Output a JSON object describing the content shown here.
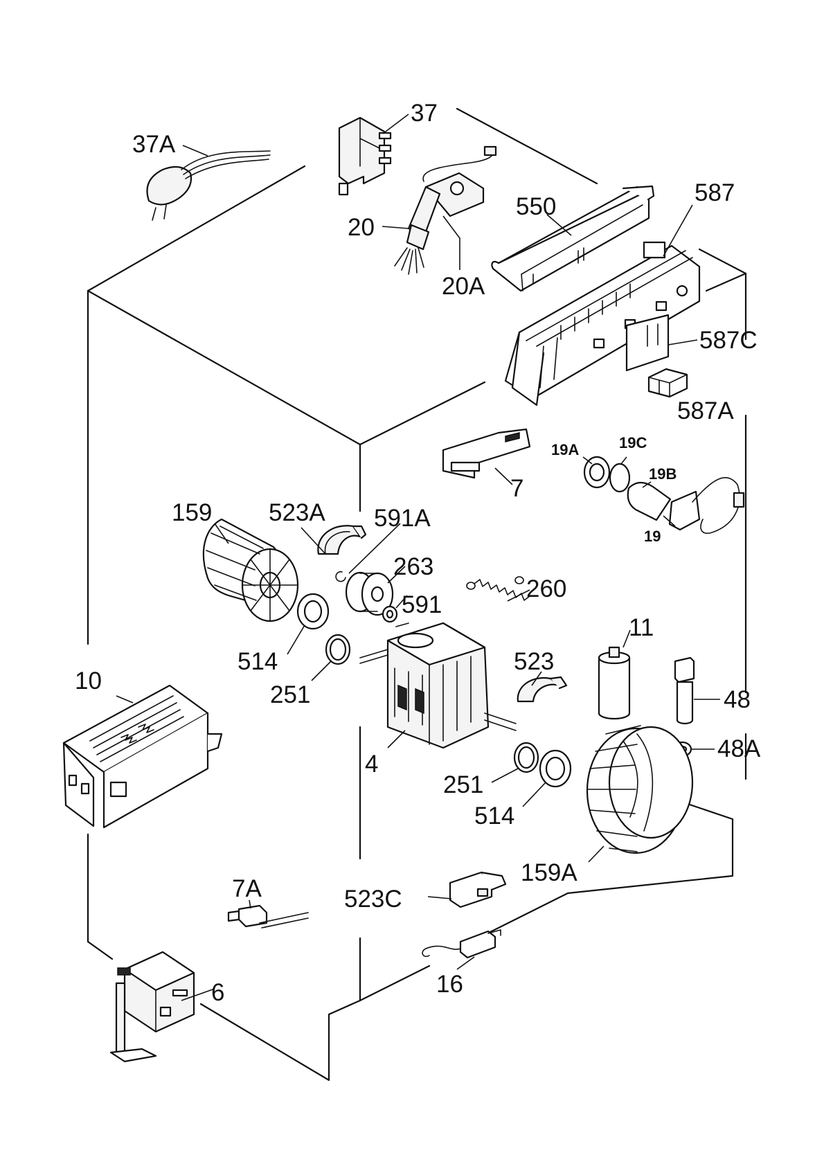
{
  "labels": {
    "l_37": "37",
    "l_37a": "37A",
    "l_20": "20",
    "l_20a": "20A",
    "l_550": "550",
    "l_587": "587",
    "l_587c": "587C",
    "l_587a": "587A",
    "l_7": "7",
    "l_19a": "19A",
    "l_19c": "19C",
    "l_19b": "19B",
    "l_19": "19",
    "l_159": "159",
    "l_523a": "523A",
    "l_591a": "591A",
    "l_263": "263",
    "l_260": "260",
    "l_591": "591",
    "l_514a": "514",
    "l_251a": "251",
    "l_11": "11",
    "l_523": "523",
    "l_10": "10",
    "l_48": "48",
    "l_48a": "48A",
    "l_4": "4",
    "l_251b": "251",
    "l_514b": "514",
    "l_159a": "159A",
    "l_7a": "7A",
    "l_523c": "523C",
    "l_16": "16",
    "l_6": "6"
  }
}
